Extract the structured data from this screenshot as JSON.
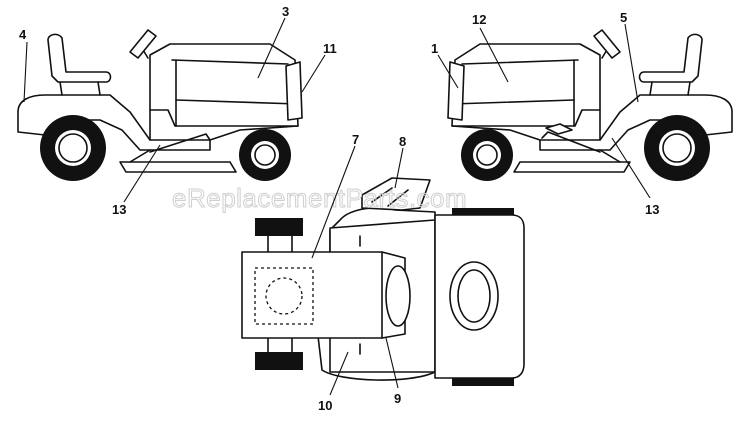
{
  "watermark": "eReplacementParts.com",
  "callouts": {
    "c1": "1",
    "c3": "3",
    "c4": "4",
    "c5": "5",
    "c7": "7",
    "c8": "8",
    "c9": "9",
    "c10": "10",
    "c11": "11",
    "c12": "12",
    "c13_left": "13",
    "c13_right": "13"
  }
}
